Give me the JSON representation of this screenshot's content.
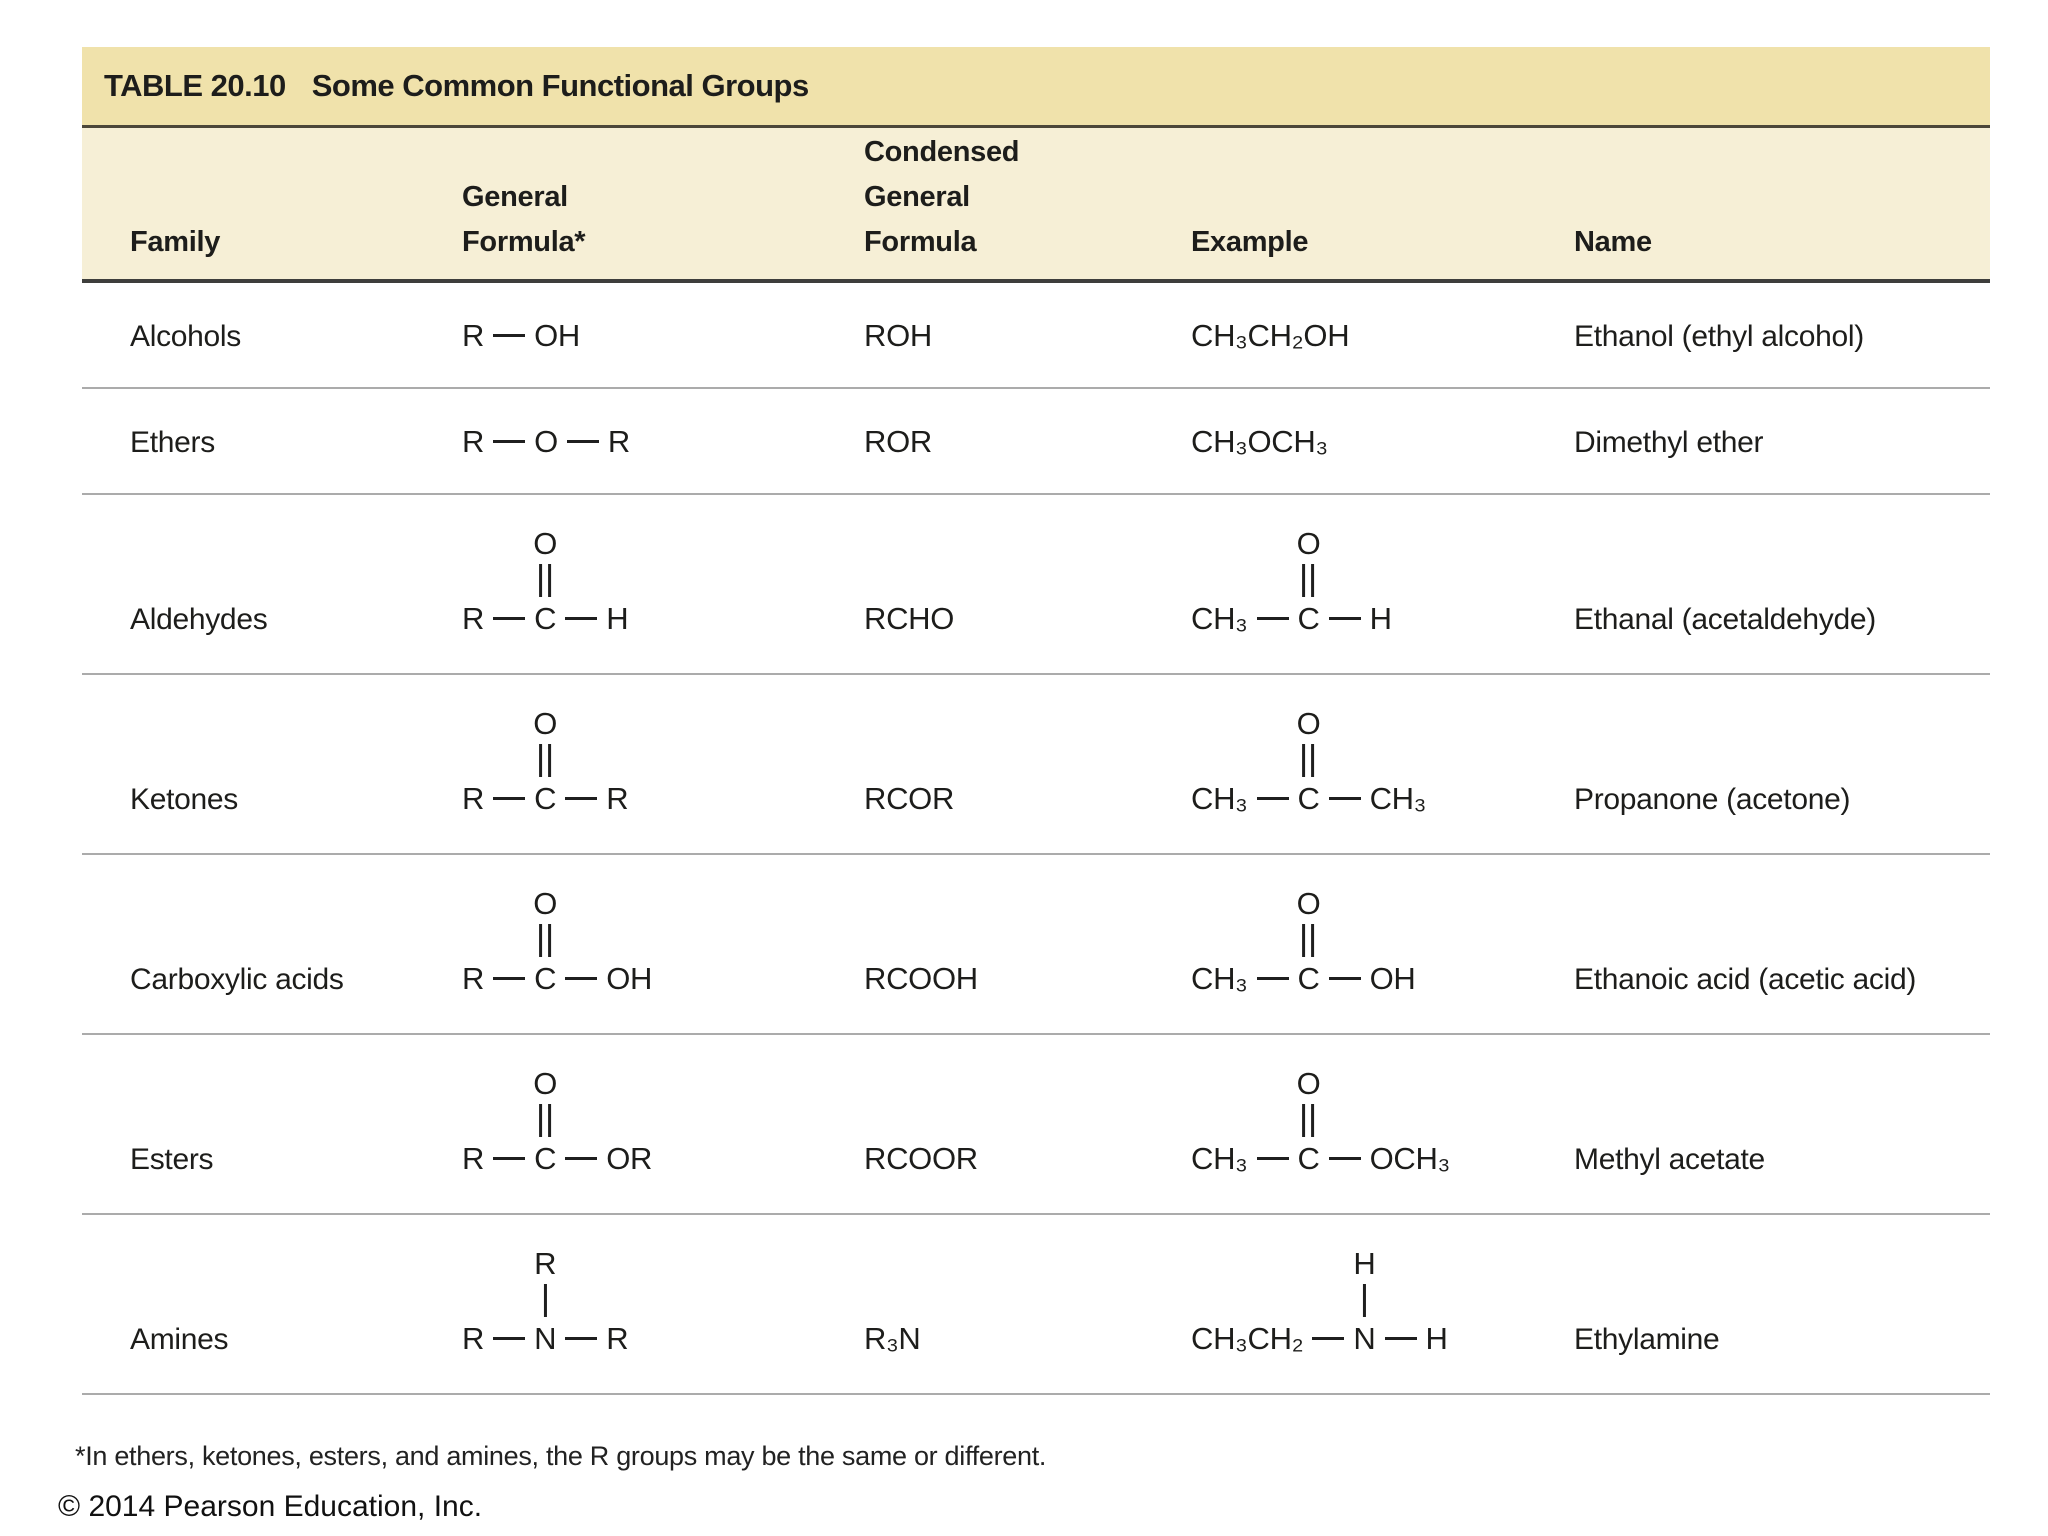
{
  "table": {
    "tag": "TABLE 20.10",
    "title": "Some Common Functional Groups",
    "columns": [
      "Family",
      "General\nFormula*",
      "Condensed\nGeneral\nFormula",
      "Example",
      "Name"
    ],
    "rows": [
      {
        "family": "Alcohols",
        "general": {
          "kind": "chain",
          "parts": [
            "R",
            "OH"
          ]
        },
        "condensed": "ROH",
        "example": {
          "kind": "plain",
          "text": "CH₃CH₂OH"
        },
        "name": "Ethanol (ethyl alcohol)"
      },
      {
        "family": "Ethers",
        "general": {
          "kind": "chain",
          "parts": [
            "R",
            "O",
            "R"
          ]
        },
        "condensed": "ROR",
        "example": {
          "kind": "plain",
          "text": "CH₃OCH₃"
        },
        "name": "Dimethyl ether"
      },
      {
        "family": "Aldehydes",
        "general": {
          "kind": "branched",
          "left": "R",
          "center": "C",
          "right": "H",
          "top": "O",
          "bond": "double"
        },
        "condensed": "RCHO",
        "example": {
          "kind": "branched",
          "left": "CH₃",
          "center": "C",
          "right": "H",
          "top": "O",
          "bond": "double"
        },
        "name": "Ethanal (acetaldehyde)"
      },
      {
        "family": "Ketones",
        "general": {
          "kind": "branched",
          "left": "R",
          "center": "C",
          "right": "R",
          "top": "O",
          "bond": "double"
        },
        "condensed": "RCOR",
        "example": {
          "kind": "branched",
          "left": "CH₃",
          "center": "C",
          "right": "CH₃",
          "top": "O",
          "bond": "double"
        },
        "name": "Propanone (acetone)"
      },
      {
        "family": "Carboxylic acids",
        "general": {
          "kind": "branched",
          "left": "R",
          "center": "C",
          "right": "OH",
          "top": "O",
          "bond": "double"
        },
        "condensed": "RCOOH",
        "example": {
          "kind": "branched",
          "left": "CH₃",
          "center": "C",
          "right": "OH",
          "top": "O",
          "bond": "double"
        },
        "name": "Ethanoic acid (acetic acid)"
      },
      {
        "family": "Esters",
        "general": {
          "kind": "branched",
          "left": "R",
          "center": "C",
          "right": "OR",
          "top": "O",
          "bond": "double"
        },
        "condensed": "RCOOR",
        "example": {
          "kind": "branched",
          "left": "CH₃",
          "center": "C",
          "right": "OCH₃",
          "top": "O",
          "bond": "double"
        },
        "name": "Methyl acetate"
      },
      {
        "family": "Amines",
        "general": {
          "kind": "branched",
          "left": "R",
          "center": "N",
          "right": "R",
          "top": "R",
          "bond": "single"
        },
        "condensed": "R₃N",
        "example": {
          "kind": "branched",
          "left": "CH₃CH₂",
          "center": "N",
          "right": "H",
          "top": "H",
          "bond": "single"
        },
        "name": "Ethylamine"
      }
    ],
    "footnote": "*In ethers, ketones, esters, and amines, the R groups may be the same or different.",
    "copyright": "© 2014 Pearson Education, Inc."
  },
  "colors": {
    "title_bar": "#f0e2ab",
    "header_band": "#f6efd6",
    "row_bg": "#ffffff",
    "text": "#1d1d1b"
  }
}
